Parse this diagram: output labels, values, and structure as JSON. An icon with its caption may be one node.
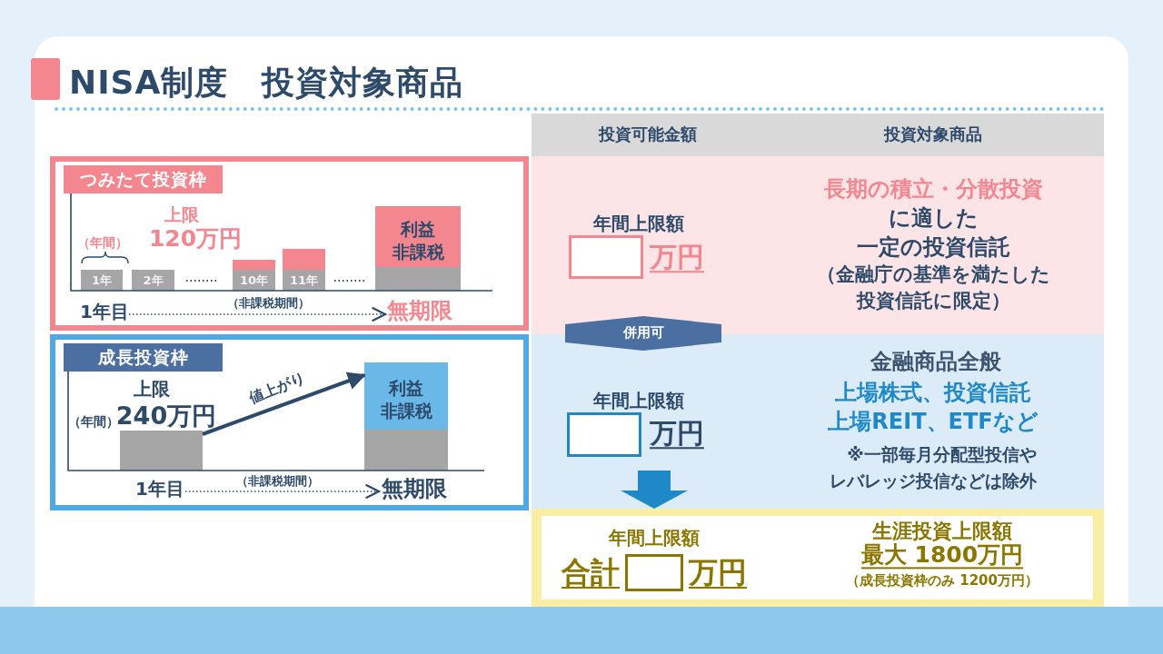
{
  "diagram": {
    "title": "NISA制度　投資対象商品",
    "nodes": [
      {
        "text": [
          "つみたて投資枠"
        ]
      },
      {
        "text": [
          "1年"
        ],
        "in": 0
      },
      {
        "text": [
          "2年"
        ],
        "in": 0
      },
      {
        "text": [
          "10年"
        ],
        "in": 0
      },
      {
        "text": [
          "11年"
        ],
        "in": 0
      },
      {
        "text": [
          "利益",
          "非課税"
        ],
        "in": 0
      },
      {
        "text": [
          "1年目"
        ],
        "in": 0
      },
      {
        "text": [
          "無期限"
        ],
        "in": 0
      },
      {
        "text": [
          "成長投資枠"
        ]
      },
      {
        "text": [],
        "shape": "bar",
        "in": 8
      },
      {
        "text": [
          "利益",
          "非課税"
        ],
        "in": 8
      },
      {
        "text": [
          "1年目"
        ],
        "in": 8
      },
      {
        "text": [
          "無期限"
        ],
        "in": 8
      },
      {
        "text": [
          "年間上限額",
          "万円"
        ]
      },
      {
        "text": [
          "長期の積立・分散投資",
          "に適した",
          "一定の**投資信託**",
          "（**金融庁の基準**を満たした**投資信託**に限定）"
        ]
      },
      {
        "text": [
          "年間上限額",
          "万円"
        ]
      },
      {
        "text": [
          "金融商品全般",
          "上場株式、投資信託",
          "上場REIT、ETFなど",
          "※一部毎月分配型投信やレバレッジ投信などは除外"
        ]
      },
      {
        "text": [
          "年間上限額",
          "合計",
          "万円"
        ]
      },
      {
        "text": [
          "生涯投資上限額",
          "最大 1800万円",
          "（成長投資枠のみ 1200万円）"
        ]
      }
    ],
    "edges": [
      {
        "from": 6,
        "to": 7,
        "arrow": "to",
        "style": "dashed",
        "label": "（非課税期間）"
      },
      {
        "from": 9,
        "to": 10,
        "arrow": "to",
        "style": "thick",
        "label": "値上がり"
      },
      {
        "from": 11,
        "to": 12,
        "arrow": "to",
        "style": "dashed",
        "label": "（非課税期間）"
      },
      {
        "from": 13,
        "to": 15,
        "arrow": "both",
        "style": "thick",
        "color": "#4a6fa0",
        "label": "併用可"
      },
      {
        "from": 15,
        "to": 17,
        "arrow": "to",
        "style": "thick",
        "color": "#1e88c8"
      }
    ],
    "labels": [
      "投資可能金額",
      "投資対象商品",
      "上限",
      "120万円",
      "（年間）",
      "上限",
      "240万円",
      "（年間）"
    ]
  }
}
